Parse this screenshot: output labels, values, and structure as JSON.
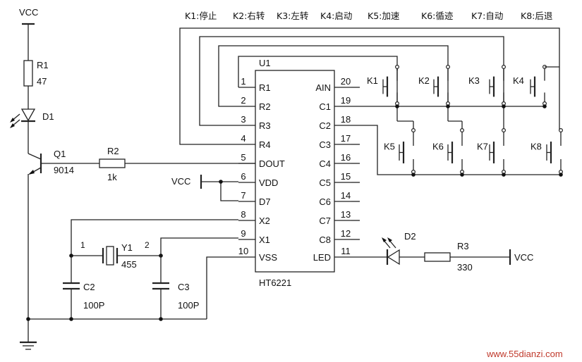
{
  "keys_legend": [
    "K1:停止",
    "K2:右转",
    "K3:左转",
    "K4:启动",
    "K5:加速",
    "K6:循迹",
    "K7:自动",
    "K8:后退"
  ],
  "vcc": "VCC",
  "r1": {
    "ref": "R1",
    "value": "47"
  },
  "d1": {
    "ref": "D1"
  },
  "q1": {
    "ref": "Q1",
    "value": "9014"
  },
  "r2": {
    "ref": "R2",
    "value": "1k"
  },
  "u1": {
    "ref": "U1",
    "part": "HT6221",
    "left_pins": [
      {
        "num": "1",
        "name": "R1"
      },
      {
        "num": "2",
        "name": "R2"
      },
      {
        "num": "3",
        "name": "R3"
      },
      {
        "num": "4",
        "name": "R4"
      },
      {
        "num": "5",
        "name": "DOUT"
      },
      {
        "num": "6",
        "name": "VDD"
      },
      {
        "num": "7",
        "name": "D7"
      },
      {
        "num": "8",
        "name": "X2"
      },
      {
        "num": "9",
        "name": "X1"
      },
      {
        "num": "10",
        "name": "VSS"
      }
    ],
    "right_pins": [
      {
        "num": "20",
        "name": "AIN"
      },
      {
        "num": "19",
        "name": "C1"
      },
      {
        "num": "18",
        "name": "C2"
      },
      {
        "num": "17",
        "name": "C3"
      },
      {
        "num": "16",
        "name": "C4"
      },
      {
        "num": "15",
        "name": "C5"
      },
      {
        "num": "14",
        "name": "C6"
      },
      {
        "num": "13",
        "name": "C7"
      },
      {
        "num": "12",
        "name": "C8"
      },
      {
        "num": "11",
        "name": "LED"
      }
    ]
  },
  "switches": [
    "K1",
    "K2",
    "K3",
    "K4",
    "K5",
    "K6",
    "K7",
    "K8"
  ],
  "y1": {
    "ref": "Y1",
    "value": "455",
    "pin1": "1",
    "pin2": "2"
  },
  "c2": {
    "ref": "C2",
    "value": "100P"
  },
  "c3": {
    "ref": "C3",
    "value": "100P"
  },
  "d2": {
    "ref": "D2"
  },
  "r3": {
    "ref": "R3",
    "value": "330"
  },
  "watermark": "www.55dianzi.com"
}
